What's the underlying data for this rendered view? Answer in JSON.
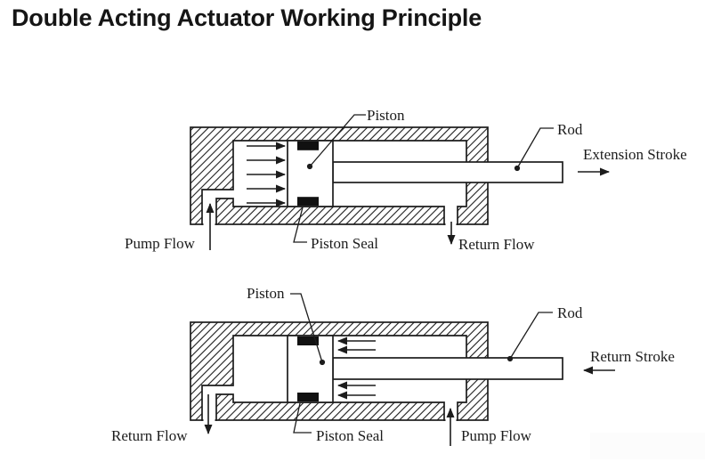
{
  "title": "Double Acting Actuator Working Principle",
  "colors": {
    "line": "#1c1c1c",
    "background": "#ffffff"
  },
  "diagrams": {
    "extension": {
      "piston_label": "Piston",
      "rod_label": "Rod",
      "stroke_label": "Extension Stroke",
      "piston_seal_label": "Piston Seal",
      "left_port_label": "Pump Flow",
      "right_port_label": "Return Flow"
    },
    "retraction": {
      "piston_label": "Piston",
      "rod_label": "Rod",
      "stroke_label": "Return Stroke",
      "piston_seal_label": "Piston Seal",
      "left_port_label": "Return Flow",
      "right_port_label": "Pump Flow"
    }
  }
}
